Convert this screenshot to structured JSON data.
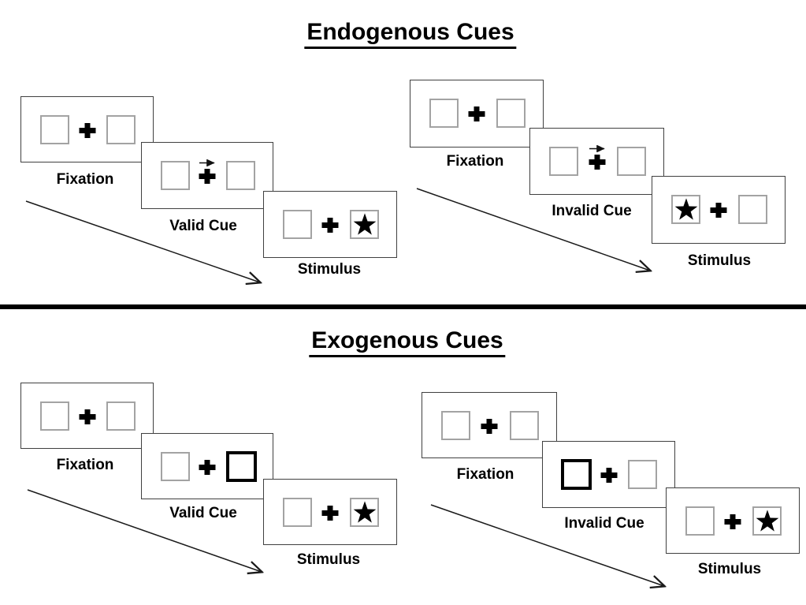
{
  "sections": [
    {
      "title": "Endogenous Cues",
      "sequences": [
        {
          "name": "valid-trial",
          "cue_type": "central-arrow",
          "cue_direction": "right",
          "stimulus_side": "right",
          "steps": [
            {
              "label": "Fixation"
            },
            {
              "label": "Valid Cue"
            },
            {
              "label": "Stimulus"
            }
          ]
        },
        {
          "name": "invalid-trial",
          "cue_type": "central-arrow",
          "cue_direction": "right",
          "stimulus_side": "left",
          "steps": [
            {
              "label": "Fixation"
            },
            {
              "label": "Invalid Cue"
            },
            {
              "label": "Stimulus"
            }
          ]
        }
      ]
    },
    {
      "title": "Exogenous Cues",
      "sequences": [
        {
          "name": "valid-trial",
          "cue_type": "peripheral-thick-box",
          "cue_side": "right",
          "stimulus_side": "right",
          "steps": [
            {
              "label": "Fixation"
            },
            {
              "label": "Valid Cue"
            },
            {
              "label": "Stimulus"
            }
          ]
        },
        {
          "name": "invalid-trial",
          "cue_type": "peripheral-thick-box",
          "cue_side": "left",
          "stimulus_side": "right",
          "steps": [
            {
              "label": "Fixation"
            },
            {
              "label": "Invalid Cue"
            },
            {
              "label": "Stimulus"
            }
          ]
        }
      ]
    }
  ],
  "icons": {
    "star": "★",
    "cue_arrow": "→",
    "fixation_cross": "+"
  },
  "colors": {
    "ink": "#000000",
    "panel_border": "#404040",
    "box_border": "#a3a3a3",
    "thick_cue_border": "#000000"
  }
}
